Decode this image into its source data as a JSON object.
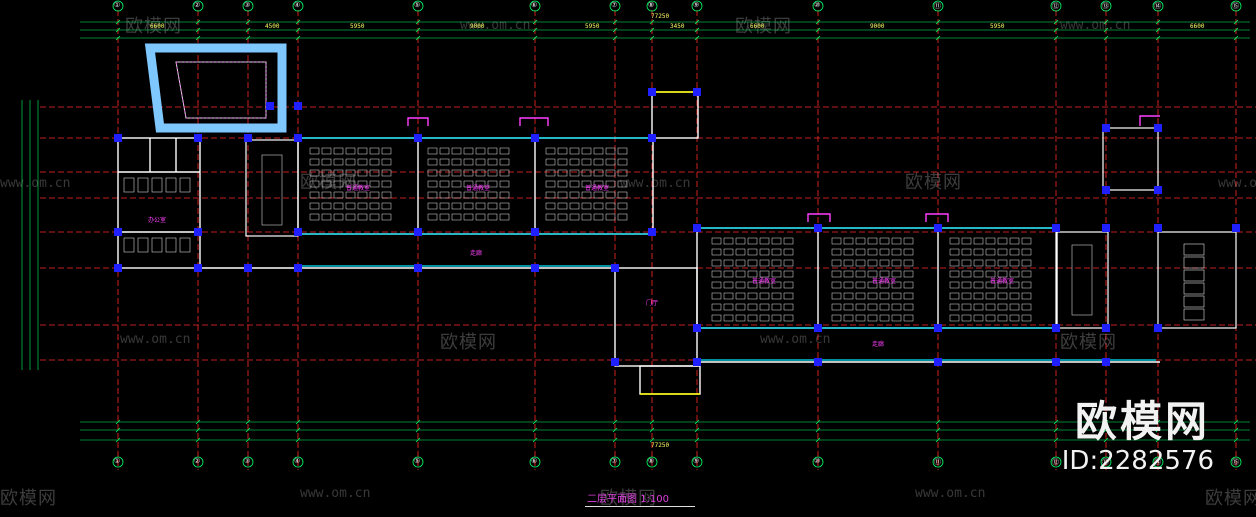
{
  "drawing": {
    "title": "二层平面图",
    "scale_note": "1:100",
    "total_dim_top": "77250",
    "total_dim_bottom": "77250"
  },
  "grid_axes": {
    "top_labels": [
      "①",
      "②",
      "③",
      "④",
      "⑤",
      "⑥",
      "⑦",
      "⑧",
      "⑨",
      "⑩",
      "⑪",
      "⑫",
      "⑬",
      "⑭",
      "⑮"
    ],
    "bottom_labels": [
      "①",
      "②",
      "③",
      "④",
      "⑤",
      "⑥",
      "⑦",
      "⑧",
      "⑨",
      "⑩",
      "⑪",
      "⑫",
      "⑬",
      "⑭",
      "⑮"
    ],
    "span_dims": [
      "6600",
      "4500",
      "5950",
      "9000",
      "5950",
      "3450",
      "6600",
      "9000",
      "5950",
      "6600"
    ]
  },
  "rooms": {
    "classrooms": [
      "普通教室",
      "普通教室",
      "普通教室",
      "普通教室",
      "普通教室",
      "普通教室"
    ],
    "office": "办公室",
    "corridor_left": "走廊",
    "corridor_right": "走廊",
    "hall": "门厅"
  },
  "watermark": {
    "text": "欧模网",
    "url": "www.om.cn",
    "brand": "欧模网",
    "id": "ID:2282576"
  },
  "colors": {
    "background": "#000000",
    "grid": "#ff2a2a",
    "walls": "#ffffff",
    "columns": "#1a1aff",
    "dims": "#00ff66",
    "windows": "#00e5ff",
    "doors": "#ff40ff",
    "highlight": "#7ec8ff"
  }
}
